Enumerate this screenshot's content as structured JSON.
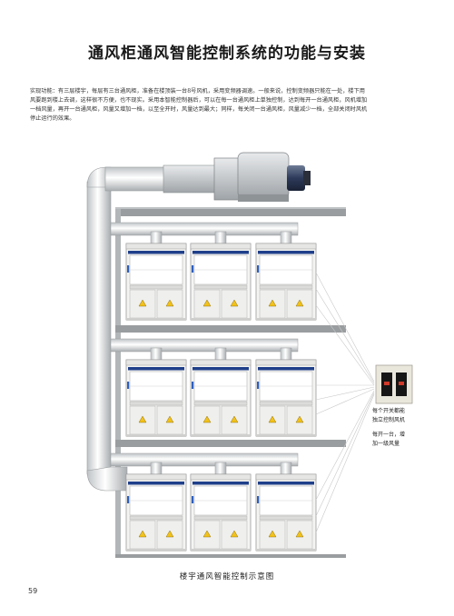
{
  "title": "通风柜通风智能控制系统的功能与安装",
  "intro": {
    "line1": "实现功能：有三层楼宇，每层有三台通风柜，准备在楼顶装一台8号风机，采用变频器调速。一般来说，控制变频器只能在一处，楼下用",
    "line2": "风要跑到楼上去调，这样很不方便，也不现实。采用本智能控制器后，可以在每一台通风柜上单独控制，达到每开一台通风柜，风机增加",
    "line3": "一档风量，再开一台通风柜，风量又增加一档，以至全开时，风量达到最大；同样，每关闭一台通风柜，风量减少一档，全部关闭时风机",
    "line4": "停止运行的效果。"
  },
  "callout": {
    "line1": "每个开关都能",
    "line2": "独立控制风机",
    "line3": "每开一台，增",
    "line4": "加一级风量"
  },
  "caption": "楼宇通风智能控制示意图",
  "page_number": "59"
}
